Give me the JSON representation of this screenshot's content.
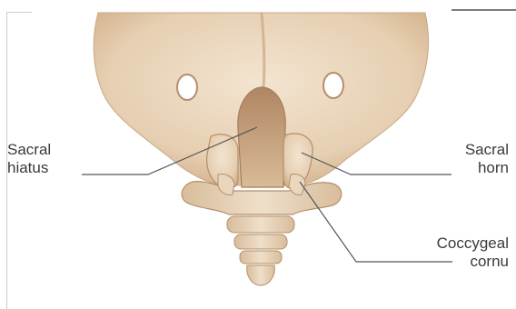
{
  "labels": {
    "sacral_hiatus": {
      "line1": "Sacral",
      "line2": "hiatus"
    },
    "sacral_horn": {
      "line1": "Sacral",
      "line2": "horn"
    },
    "coccygeal_cornu": {
      "line1": "Coccygeal",
      "line2": "cornu"
    }
  },
  "colors": {
    "bone": "#ead7bf",
    "bone_shade": "#d9bc98",
    "bone_dark": "#b58e68",
    "leader_line": "#555555"
  }
}
